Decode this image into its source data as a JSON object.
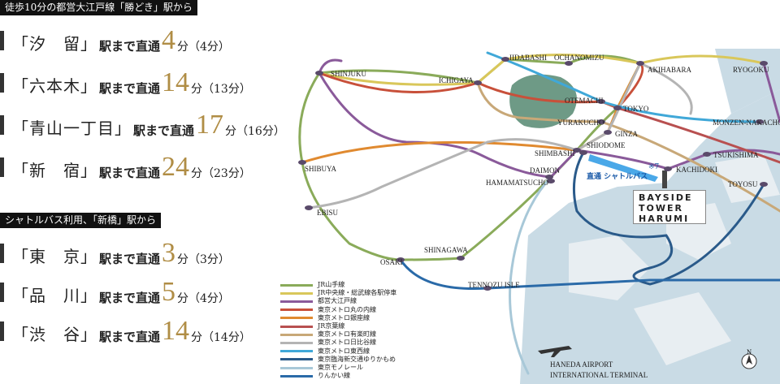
{
  "sections": [
    {
      "header": "徒歩10分の都営大江戸線「勝どき」駅から",
      "rows": [
        {
          "station": "「汐　留」",
          "mid": "駅まで直通",
          "minutes": "4",
          "tail": "分（4分）"
        },
        {
          "station": "「六本木」",
          "mid": "駅まで直通",
          "minutes": "14",
          "tail": "分（13分）"
        },
        {
          "station": "「青山一丁目」",
          "mid": "駅まで直通",
          "minutes": "17",
          "tail": "分（16分）"
        },
        {
          "station": "「新　宿」",
          "mid": "駅まで直通",
          "minutes": "24",
          "tail": "分（23分）"
        }
      ]
    },
    {
      "header": "シャトルバス利用、「新橋」駅から",
      "rows": [
        {
          "station": "「東　京」",
          "mid": "駅まで直通",
          "minutes": "3",
          "tail": "分（3分）"
        },
        {
          "station": "「品　川」",
          "mid": "駅まで直通",
          "minutes": "5",
          "tail": "分（4分）"
        },
        {
          "station": "「渋　谷」",
          "mid": "駅まで直通",
          "minutes": "14",
          "tail": "分（14分）"
        }
      ]
    }
  ],
  "map": {
    "stations": [
      "SHINJUKU",
      "IIDABASHI",
      "OCHANOMIZU",
      "AKIHABARA",
      "RYOGOKU",
      "ICHIGAYA",
      "OTEMACHI",
      "TOKYO",
      "YURAKUCHO",
      "GINZA",
      "SHIODOME",
      "SHIMBASHI",
      "DAIMON",
      "HAMAMATSUCHO",
      "KACHIDOKI",
      "MONZEN-NAKACHO",
      "TSUKISHIMA",
      "TOYOSU",
      "SHIBUYA",
      "EBISU",
      "SHINAGAWA",
      "OSAKI",
      "TENNOZU ISLE"
    ],
    "airport": [
      "HANEDA AIRPORT",
      "INTERNATIONAL TERMINAL"
    ],
    "tower": [
      "BAYSIDE",
      "TOWER",
      "HARUMI"
    ],
    "bus_label": "直通 シャトルバス",
    "bus_note": "※7",
    "compass": "N"
  },
  "legend": [
    {
      "label": "JR山手線",
      "color": "#8aab5a"
    },
    {
      "label": "JR中央線・総武線各駅停車",
      "color": "#d9c75a"
    },
    {
      "label": "都営大江戸線",
      "color": "#8a5a9a"
    },
    {
      "label": "東京メトロ丸の内線",
      "color": "#c8503a"
    },
    {
      "label": "東京メトロ銀座線",
      "color": "#e08a30"
    },
    {
      "label": "JR京葉線",
      "color": "#b85050"
    },
    {
      "label": "東京メトロ有楽町線",
      "color": "#c8a878"
    },
    {
      "label": "東京メトロ日比谷線",
      "color": "#b4b4b4"
    },
    {
      "label": "東京メトロ東西線",
      "color": "#40a8d8"
    },
    {
      "label": "東京臨海新交通ゆりかもめ",
      "color": "#2a5a8a"
    },
    {
      "label": "東京モノレール",
      "color": "#a8c8d8"
    },
    {
      "label": "りんかい線",
      "color": "#2a6aa8"
    }
  ]
}
